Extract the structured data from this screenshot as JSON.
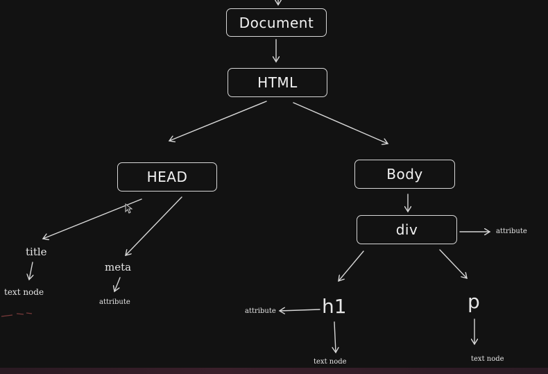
{
  "nodes": {
    "document": "Document",
    "html": "HTML",
    "head": "HEAD",
    "body": "Body",
    "div": "div"
  },
  "labels": {
    "title": "title",
    "title_text": "text node",
    "meta": "meta",
    "meta_attr": "attribute",
    "div_attr": "attribute",
    "h1": "h1",
    "h1_attr": "attribute",
    "h1_text": "text node",
    "p": "p",
    "p_text": "text node"
  },
  "colors": {
    "background": "#121212",
    "stroke": "#d8d8d8"
  }
}
